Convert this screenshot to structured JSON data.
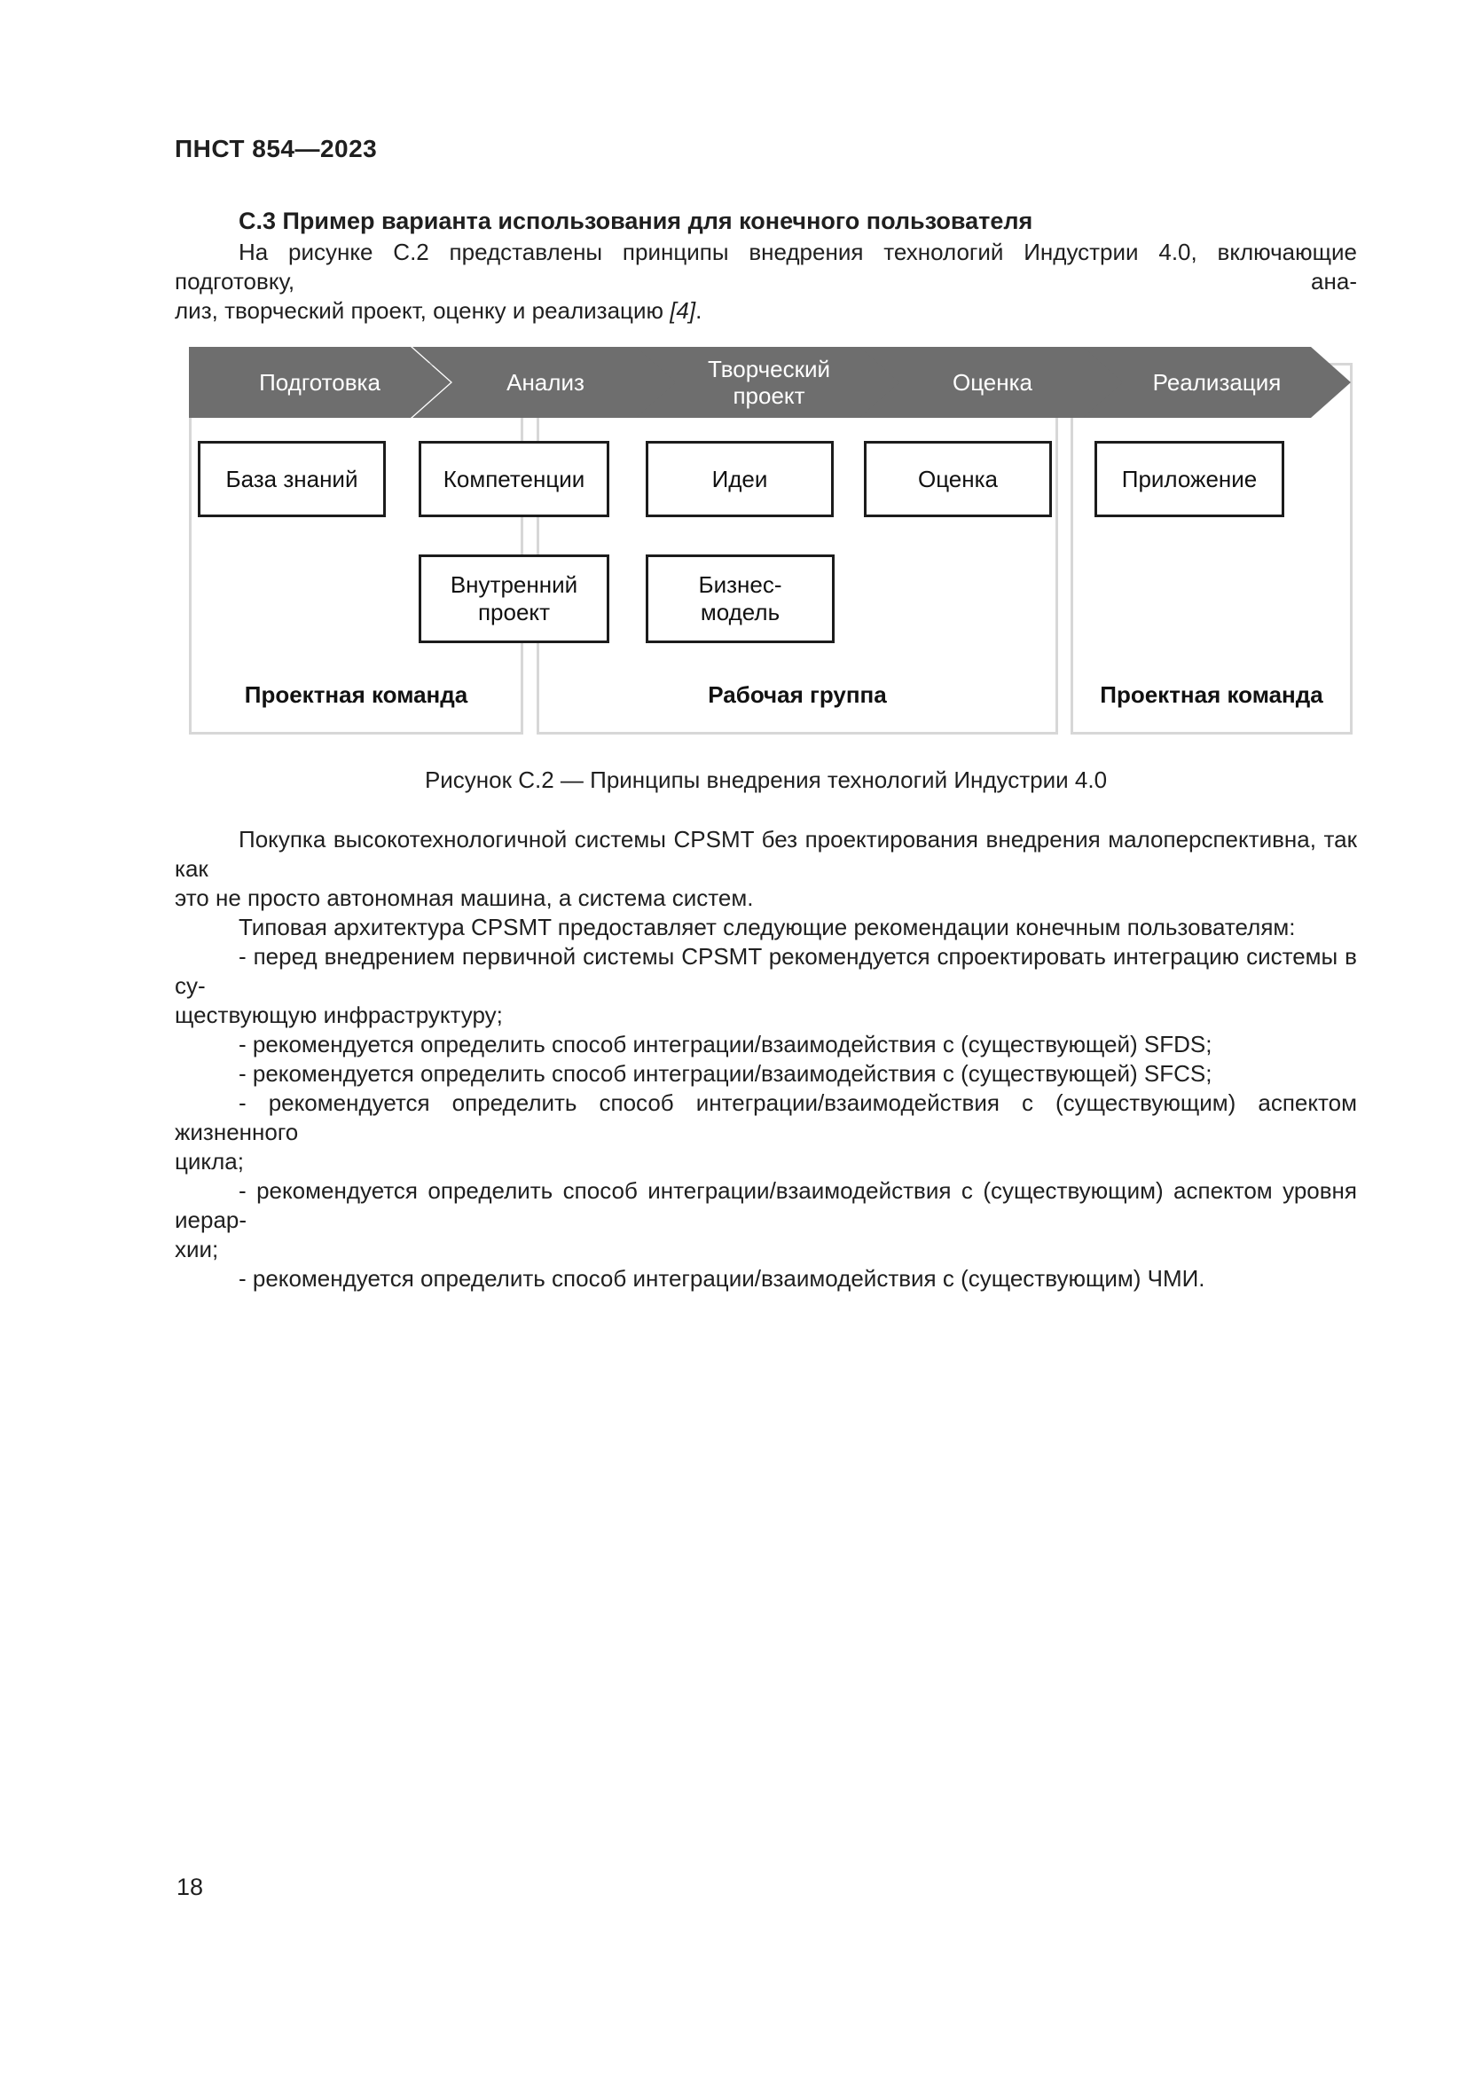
{
  "page": {
    "header": "ПНСТ 854—2023",
    "number": "18"
  },
  "section": {
    "heading": "С.3 Пример варианта использования для конечного пользователя"
  },
  "intro_paragraph": {
    "lines": [
      {
        "t": "На рисунке С.2 представлены принципы внедрения технологий Индустрии 4.0, включающие подготовку, ана-",
        "i": true,
        "j": true
      },
      {
        "t": "лиз, творческий проект, оценку и реализацию ",
        "em": "[4]",
        "t2": "."
      }
    ]
  },
  "figure": {
    "caption": "Рисунок С.2 — Принципы внедрения технологий Индустрии 4.0",
    "stages": [
      "Подготовка",
      "Анализ",
      "Творческий проект",
      "Оценка",
      "Реализация"
    ],
    "row1_boxes": [
      "База знаний",
      "Компетенции",
      "Идеи",
      "Оценка",
      "Приложение"
    ],
    "row2_boxes": [
      "Внутренний проект",
      "Бизнес-модель"
    ],
    "groups": [
      "Проектная команда",
      "Рабочая группа",
      "Проектная команда"
    ],
    "colors": {
      "stage_fill": "#6e6e6e",
      "stage_text": "#ffffff",
      "box_border": "#1c1c1c",
      "group_border": "#d7d7d7"
    }
  },
  "body_paragraphs": [
    {
      "lines": [
        {
          "t": "Покупка высокотехнологичной системы CPSMT без проектирования внедрения малоперспективна, так как",
          "i": true,
          "j": true
        },
        {
          "t": "это не просто автономная машина, а система систем."
        }
      ]
    },
    {
      "lines": [
        {
          "t": "Типовая архитектура CPSMT предоставляет следующие рекомендации конечным пользователям:",
          "i": true
        }
      ]
    },
    {
      "lines": [
        {
          "t": "- перед внедрением первичной системы CPSMT рекомендуется спроектировать интеграцию системы в су-",
          "i": true,
          "j": true
        },
        {
          "t": "ществующую инфраструктуру;"
        }
      ]
    },
    {
      "lines": [
        {
          "t": "- рекомендуется определить способ интеграции/взаимодействия с (существующей) SFDS;",
          "i": true
        }
      ]
    },
    {
      "lines": [
        {
          "t": "- рекомендуется определить способ интеграции/взаимодействия с (существующей) SFCS;",
          "i": true
        }
      ]
    },
    {
      "lines": [
        {
          "t": "- рекомендуется определить способ интеграции/взаимодействия с (существующим) аспектом жизненного",
          "i": true,
          "j": true
        },
        {
          "t": "цикла;"
        }
      ]
    },
    {
      "lines": [
        {
          "t": "- рекомендуется определить способ интеграции/взаимодействия с (существующим) аспектом уровня иерар-",
          "i": true,
          "j": true
        },
        {
          "t": "хии;"
        }
      ]
    },
    {
      "lines": [
        {
          "t": "- рекомендуется определить способ интеграции/взаимодействия с (существующим) ЧМИ.",
          "i": true
        }
      ]
    }
  ]
}
